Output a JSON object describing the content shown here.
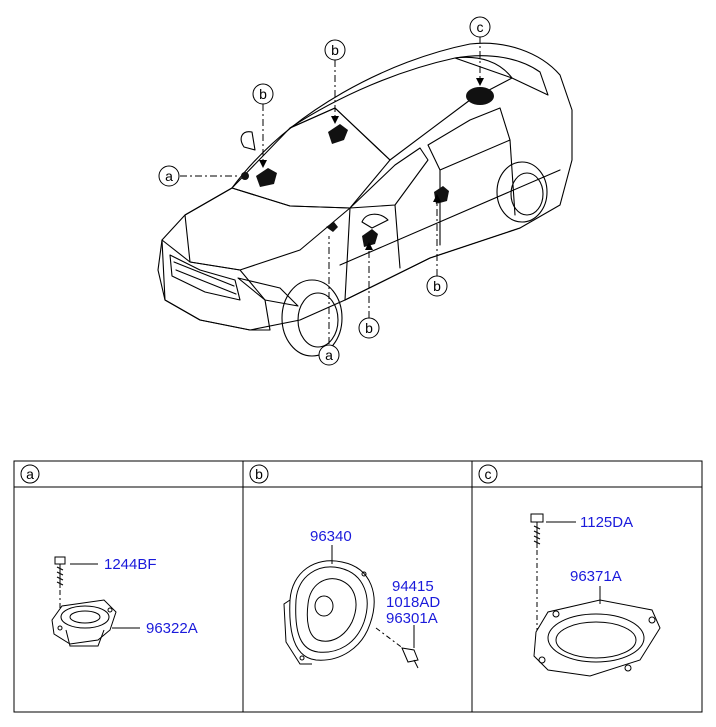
{
  "car": {
    "callouts": [
      {
        "letter": "c"
      },
      {
        "letter": "b"
      },
      {
        "letter": "b"
      },
      {
        "letter": "a"
      },
      {
        "letter": "b"
      },
      {
        "letter": "b"
      },
      {
        "letter": "a"
      }
    ]
  },
  "table": {
    "columns": [
      {
        "letter": "a",
        "parts": {
          "bolt": "1244BF",
          "tweeter": "96322A"
        }
      },
      {
        "letter": "b",
        "parts": {
          "speaker": "96340",
          "screw_1": "94415",
          "screw_2": "1018AD",
          "screw_3": "96301A"
        }
      },
      {
        "letter": "c",
        "parts": {
          "bolt": "1125DA",
          "bracket": "96371A"
        }
      }
    ]
  }
}
